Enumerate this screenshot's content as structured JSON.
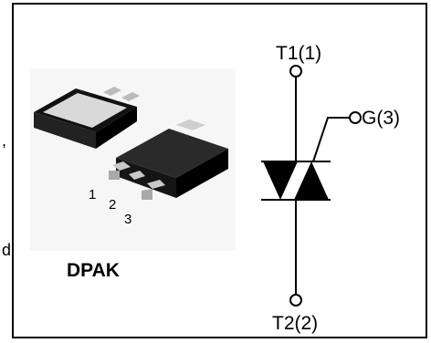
{
  "edge_fragments": [
    ",",
    "d"
  ],
  "package": {
    "name": "DPAK",
    "pin_labels": [
      "1",
      "2",
      "3"
    ]
  },
  "symbol": {
    "terminal_top": "T1(1)",
    "terminal_gate": "G(3)",
    "terminal_bottom": "T2(2)"
  },
  "colors": {
    "line": "#000000",
    "package_body": "#1c1c1c",
    "package_tab": "#cfcfcf"
  }
}
